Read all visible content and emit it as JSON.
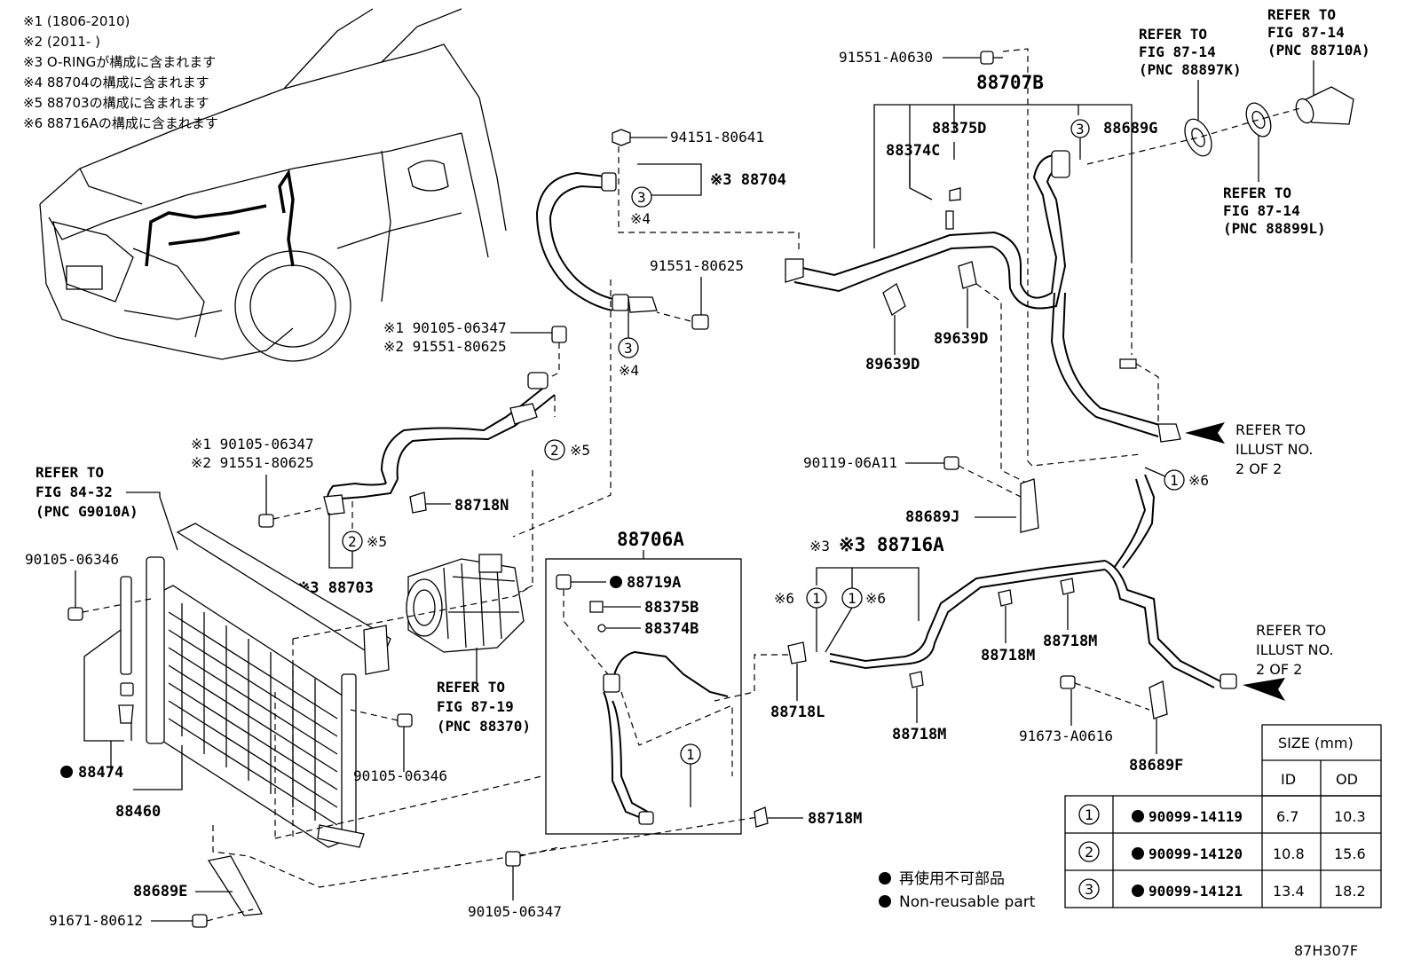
{
  "notes": [
    "※1 (1806-2010)",
    "※2 (2011-        )",
    "※3 O-RINGが構成に含まれます",
    "※4 88704の構成に含まれます",
    "※5 88703の構成に含まれます",
    "※6 88716Aの構成に含まれます"
  ],
  "labels": {
    "p91551_A0630": "91551-A0630",
    "p88707B": "88707B",
    "p88375D": "88375D",
    "p88374C": "88374C",
    "p88689G": "88689G",
    "p94151_80641": "94151-80641",
    "p88704": "※3 88704",
    "x4a": "※4",
    "p91551_80625": "91551-80625",
    "x4b": "※4",
    "p89639D_a": "89639D",
    "p89639D_b": "89639D",
    "p1_90105_06347": "※1 90105-06347",
    "p2_91551_80625": "※2 91551-80625",
    "x5a": "※5",
    "p1b_90105_06347": "※1 90105-06347",
    "p2b_91551_80625": "※2 91551-80625",
    "p88718N": "88718N",
    "x5b": "※5",
    "p88703": "※3 88703",
    "p90119_06A11": "90119-06A11",
    "p88689J": "88689J",
    "x6a": "※6",
    "p90105_06346a": "90105-06346",
    "p88706A": "88706A",
    "p88719A": "88719A",
    "p88375B": "88375B",
    "p88374B": "88374B",
    "p88716A": "※3 88716A",
    "x6b": "※6",
    "x6c": "※6",
    "p88718M_a": "88718M",
    "p88718M_b": "88718M",
    "p88718L": "88718L",
    "p88718M_c": "88718M",
    "p91673_A0616": "91673-A0616",
    "p88689F": "88689F",
    "p88474": "88474",
    "p88460": "88460",
    "p90105_06346b": "90105-06346",
    "p88718M_d": "88718M",
    "p88689E": "88689E",
    "p91671_80612": "91671-80612",
    "p90105_06347c": "90105-06347",
    "circle1": "1",
    "circle2": "2",
    "circle3": "3",
    "diagram_code": "87H307F"
  },
  "refs": {
    "r1": [
      "REFER TO",
      "FIG 87-14",
      "(PNC 88897K)"
    ],
    "r2": [
      "REFER TO",
      "FIG 87-14",
      "(PNC 88710A)"
    ],
    "r3": [
      "REFER TO",
      "FIG 87-14",
      "(PNC 88899L)"
    ],
    "r4": [
      "REFER TO",
      "ILLUST NO.",
      "2 OF 2"
    ],
    "r5": [
      "REFER TO",
      "FIG 84-32",
      "(PNC G9010A)"
    ],
    "r6": [
      "REFER TO",
      "FIG 87-19",
      "(PNC 88370)"
    ],
    "r7": [
      "REFER TO",
      "ILLUST NO.",
      "2 OF 2"
    ]
  },
  "legend": {
    "jp": "再使用不可部品",
    "en": "Non-reusable part"
  },
  "size_table": {
    "title": "SIZE (mm)",
    "col_id": "ID",
    "col_od": "OD",
    "rows": [
      {
        "num": "1",
        "part": "90099-14119",
        "id": "6.7",
        "od": "10.3"
      },
      {
        "num": "2",
        "part": "90099-14120",
        "id": "10.8",
        "od": "15.6"
      },
      {
        "num": "3",
        "part": "90099-14121",
        "id": "13.4",
        "od": "18.2"
      }
    ]
  }
}
